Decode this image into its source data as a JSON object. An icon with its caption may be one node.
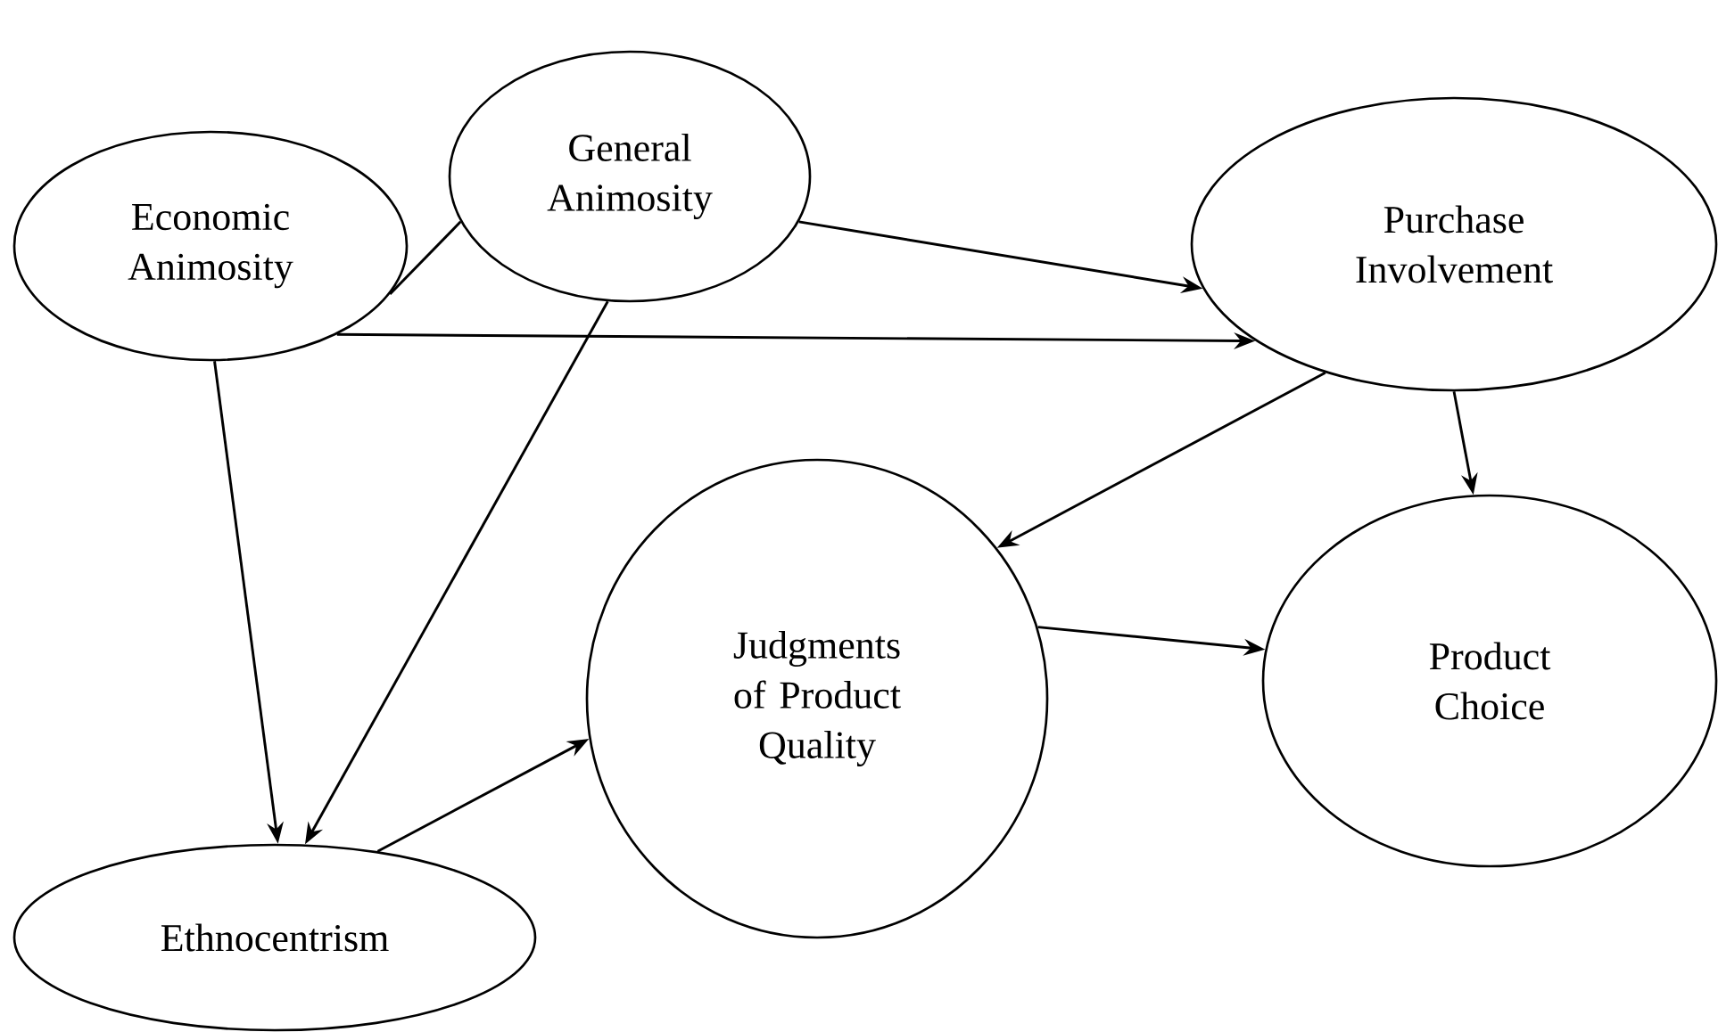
{
  "diagram": {
    "nodes": [
      {
        "text": [
          "Economic Animosity"
        ]
      },
      {
        "text": [
          "General Animosity"
        ]
      },
      {
        "text": [
          "Purchase Involvement"
        ]
      },
      {
        "text": [
          "Judgments of Product Quality"
        ]
      },
      {
        "text": [
          "Product Choice"
        ]
      },
      {
        "text": [
          "Ethnocentrism"
        ]
      }
    ],
    "edges": [
      {
        "from": 0,
        "to": 1,
        "arrow": "none"
      },
      {
        "from": 1,
        "to": 2,
        "arrow": "to"
      },
      {
        "from": 0,
        "to": 2,
        "arrow": "to"
      },
      {
        "from": 0,
        "to": 5,
        "arrow": "to"
      },
      {
        "from": 1,
        "to": 5,
        "arrow": "to"
      },
      {
        "from": 2,
        "to": 3,
        "arrow": "to"
      },
      {
        "from": 2,
        "to": 4,
        "arrow": "to"
      },
      {
        "from": 5,
        "to": 3,
        "arrow": "to"
      },
      {
        "from": 3,
        "to": 4,
        "arrow": "to"
      }
    ]
  }
}
